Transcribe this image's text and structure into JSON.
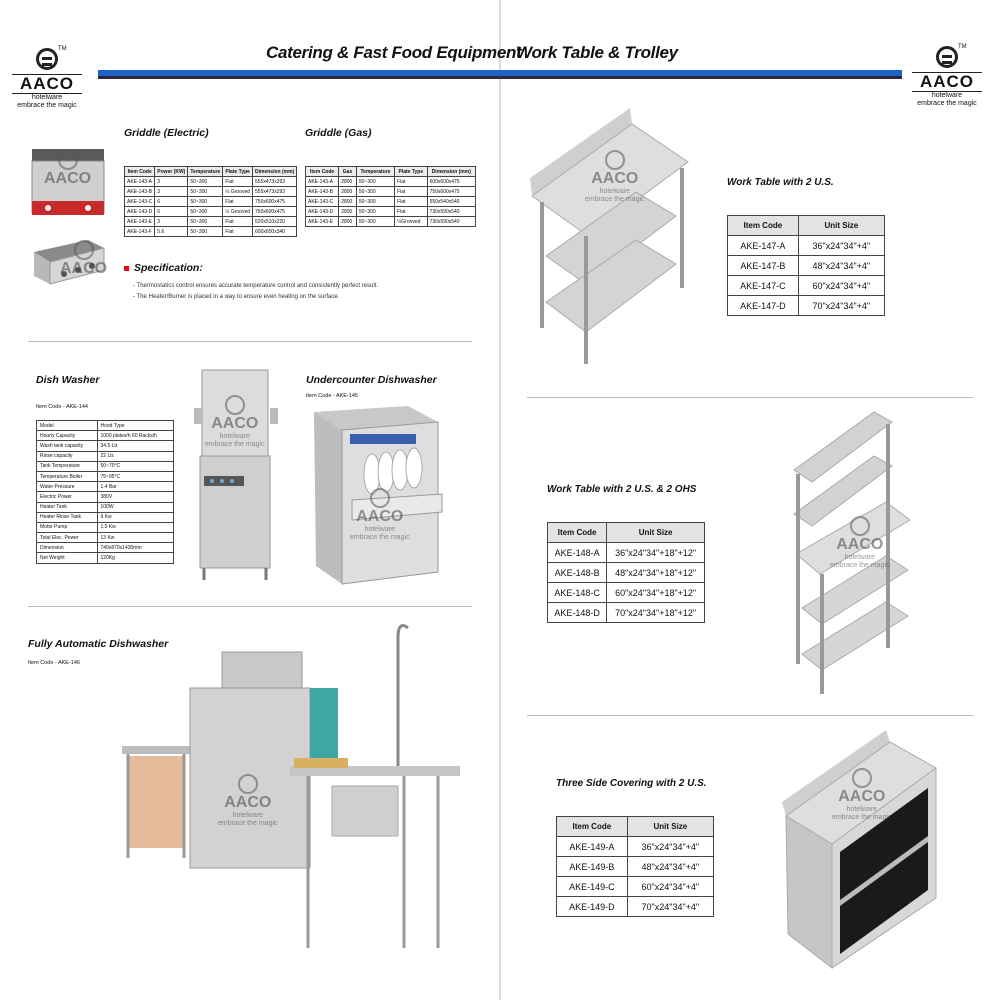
{
  "header": {
    "left_title": "Catering & Fast Food Equipment",
    "right_title": "Work Table & Trolley"
  },
  "logo": {
    "tm": "TM",
    "brand": "AACO",
    "tag1": "hotelware",
    "tag2": "embrace the magic"
  },
  "griddle_electric": {
    "title": "Griddle  (Electric)",
    "headers": [
      "Item Code",
      "Power (KW)",
      "Temperature",
      "Plate Type",
      "Dimension (mm)"
    ],
    "rows": [
      [
        "AKE-143-A",
        "3",
        "50~300",
        "Flat",
        "555x473x293"
      ],
      [
        "AKE-143-B",
        "3",
        "50~300",
        "½ Grooved",
        "555x473x293"
      ],
      [
        "AKE-143-C",
        "6",
        "50~300",
        "Flat",
        "750x600x475"
      ],
      [
        "AKE-143-D",
        "6",
        "50~300",
        "½ Grooved",
        "750x600x475"
      ],
      [
        "AKE-143-E",
        "3",
        "50~300",
        "Flat",
        "520x510x220"
      ],
      [
        "AKE-143-F",
        "5.6",
        "50~300",
        "Flat",
        "600x600x340"
      ]
    ]
  },
  "griddle_gas": {
    "title": "Griddle  (Gas)",
    "headers": [
      "Item Code",
      "Gas",
      "Temperature",
      "Plate Type",
      "Dimension (mm)"
    ],
    "rows": [
      [
        "AKE-143-A",
        "2800",
        "50~300",
        "Flat",
        "600x600x475"
      ],
      [
        "AKE-143-B",
        "2800",
        "50~300",
        "Flat",
        "750x600x475"
      ],
      [
        "AKE-143-C",
        "2800",
        "50~300",
        "Flat",
        "550x540x540"
      ],
      [
        "AKE-143-D",
        "2800",
        "50~300",
        "Flat",
        "730x590x540"
      ],
      [
        "AKE-143-E",
        "2800",
        "50~300",
        "½Grooved",
        "730x590x540"
      ]
    ]
  },
  "specification": {
    "title": "Specification:",
    "points": [
      "-  Thermostatics control ensures accurate temperature control and consistently perfect result.",
      "-  The Heater/Burner is placed in a way to ensure even heating on the surface."
    ]
  },
  "dish_washer": {
    "title": "Dish Washer",
    "item_code": "Item Code - AKE-144",
    "rows": [
      [
        "Model",
        "Hood Type"
      ],
      [
        "Hourly Capacity",
        "1000 plates/h 60 Racks/h"
      ],
      [
        "Wash tank capacity",
        "34.5 Ltr."
      ],
      [
        "Rinse capacity",
        "22 Ltr."
      ],
      [
        "Tank Temperature",
        "50~70°C"
      ],
      [
        "Temperature Boiler",
        "75~95°C"
      ],
      [
        "Water Pressure",
        "1.4 Bar"
      ],
      [
        "Electric Power",
        "380V"
      ],
      [
        "Heater Tank",
        "100W"
      ],
      [
        "Heater Rinse Tank",
        "9 Kw"
      ],
      [
        "Motor Pump",
        "1.5 Kw"
      ],
      [
        "Total Elec. Power",
        "13 Kw"
      ],
      [
        "Dimension",
        "740x870x1430mm"
      ],
      [
        "Net Weight",
        "120Kg"
      ]
    ]
  },
  "undercounter": {
    "title": "Undercounter Dishwasher",
    "item_code": "Item Code - AKE-145"
  },
  "auto_dishwasher": {
    "title": "Fully Automatic Dishwasher",
    "item_code": "Item Code - AKE-146"
  },
  "work_table_2us": {
    "title": "Work Table with 2 U.S.",
    "headers": [
      "Item Code",
      "Unit Size"
    ],
    "rows": [
      [
        "AKE-147-A",
        "36\"x24\"34\"+4\""
      ],
      [
        "AKE-147-B",
        "48\"x24\"34\"+4\""
      ],
      [
        "AKE-147-C",
        "60\"x24\"34\"+4\""
      ],
      [
        "AKE-147-D",
        "70\"x24\"34\"+4\""
      ]
    ]
  },
  "work_table_2us_2ohs": {
    "title": "Work Table with 2 U.S. & 2 OHS",
    "headers": [
      "Item Code",
      "Unit Size"
    ],
    "rows": [
      [
        "AKE-148-A",
        "36\"x24\"34\"+18\"+12\""
      ],
      [
        "AKE-148-B",
        "48\"x24\"34\"+18\"+12\""
      ],
      [
        "AKE-148-C",
        "60\"x24\"34\"+18\"+12\""
      ],
      [
        "AKE-148-D",
        "70\"x24\"34\"+18\"+12\""
      ]
    ]
  },
  "three_side": {
    "title": "Three Side Covering with 2 U.S.",
    "headers": [
      "Item Code",
      "Unit Size"
    ],
    "rows": [
      [
        "AKE-149-A",
        "36\"x24\"34\"+4\""
      ],
      [
        "AKE-149-B",
        "48\"x24\"34\"+4\""
      ],
      [
        "AKE-149-C",
        "60\"x24\"34\"+4\""
      ],
      [
        "AKE-149-D",
        "70\"x24\"34\"+4\""
      ]
    ]
  },
  "colors": {
    "accent_blue": "#1d63c9",
    "bullet_red": "#d11111"
  },
  "icons": [
    "aaco-logo-icon",
    "product-photo"
  ]
}
